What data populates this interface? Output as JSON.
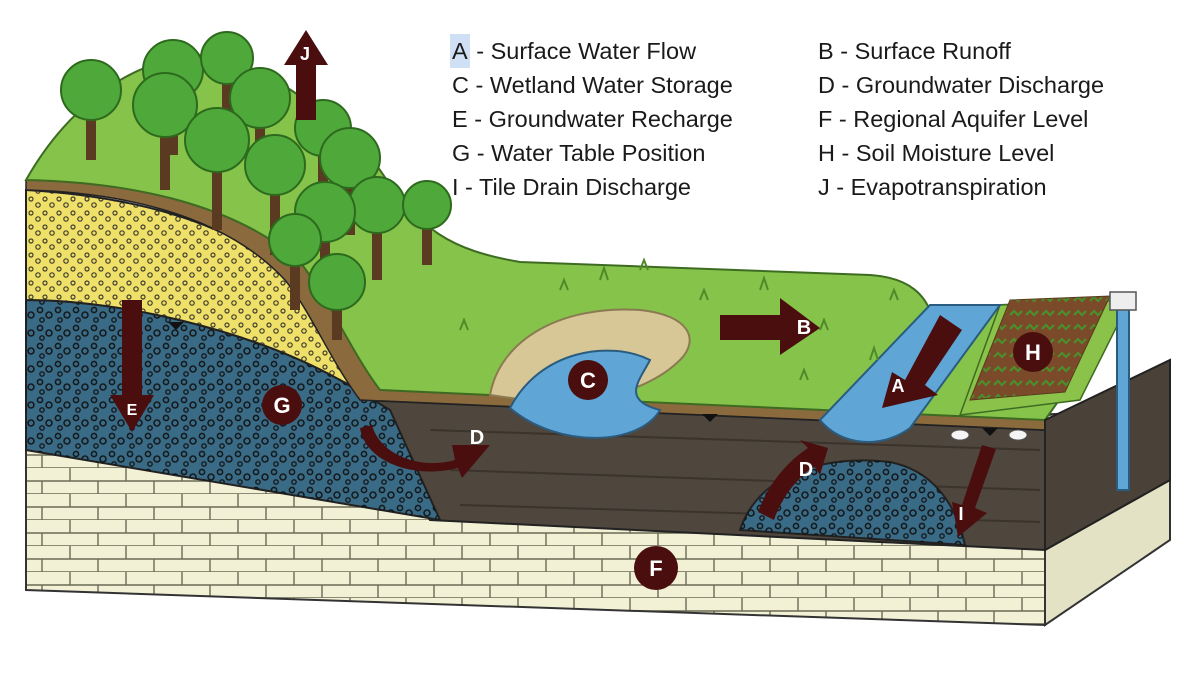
{
  "legend": {
    "items": [
      {
        "key": "A",
        "text": " - Surface Water Flow",
        "highlight": true
      },
      {
        "key": "C",
        "text": " - Wetland Water Storage"
      },
      {
        "key": "E",
        "text": " - Groundwater Recharge"
      },
      {
        "key": "G",
        "text": " - Water Table Position"
      },
      {
        "key": "I",
        "text": " - Tile Drain Discharge"
      },
      {
        "key": "B",
        "text": " - Surface Runoff"
      },
      {
        "key": "D",
        "text": " - Groundwater Discharge"
      },
      {
        "key": "F",
        "text": " - Regional Aquifer Level"
      },
      {
        "key": "H",
        "text": " - Soil Moisture Level"
      },
      {
        "key": "J",
        "text": " - Evapotranspiration"
      }
    ]
  },
  "labels": {
    "a": "A",
    "b": "B",
    "c": "C",
    "d1": "D",
    "d2": "D",
    "e": "E",
    "f": "F",
    "g": "G",
    "h": "H",
    "i": "I",
    "j": "J"
  },
  "colors": {
    "grass": "#86c34a",
    "grass_dark": "#5f9a30",
    "sand": "#efe06a",
    "aquifer": "#3a6b86",
    "clay": "#4f463d",
    "bedrock": "#f2f1d6",
    "water": "#5fa6d6",
    "arrow": "#4a0e0e",
    "tree": "#4ea83a"
  }
}
